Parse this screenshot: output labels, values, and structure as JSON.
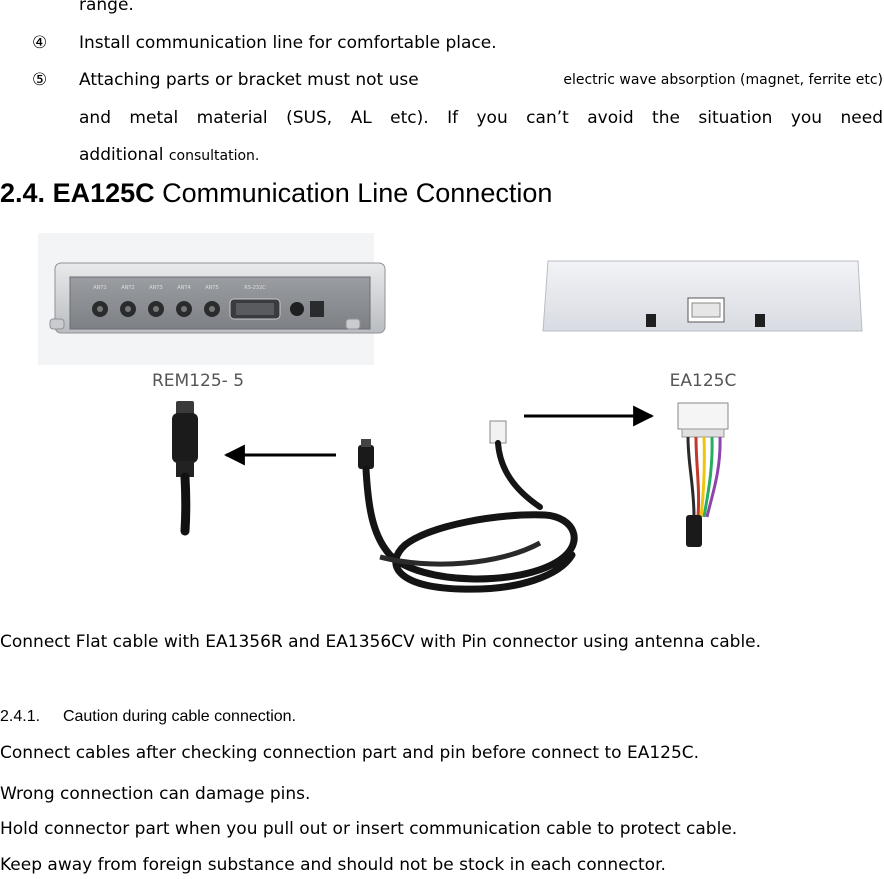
{
  "list_items": {
    "item3_tail": "range.",
    "item4_marker": "④",
    "item4_text": "Install communication line for comfortable place.",
    "item5_marker": "⑤",
    "item5_line1_a": "Attaching parts or bracket must not use",
    "item5_line1_b": "electric wave absorption (magnet, ferrite etc)",
    "item5_line2": "and metal material (SUS, AL etc). If you can’t avoid the situation you need",
    "item5_line3_a": "additional",
    "item5_line3_b": "consultation."
  },
  "section": {
    "number": "2.4.",
    "title_bold": "EA125C",
    "title_rest": "Communication Line Connection"
  },
  "figure": {
    "label_left": "REM125- 5",
    "label_right": "EA125C",
    "reader_port_labels": [
      "ANT1",
      "ANT2",
      "ANT3",
      "ANT4",
      "ANT5",
      "RS-232C"
    ]
  },
  "body": {
    "connect_sentence": "Connect Flat cable with EA1356R and EA1356CV with Pin connector using antenna cable.",
    "subsection_number": "2.4.1.",
    "subsection_title": "Caution during cable connection.",
    "caution_1": "Connect cables after checking connection part and pin before connect to EA125C.",
    "caution_2": "Wrong connection can damage pins.",
    "caution_3": "Hold connector part when you pull out or insert communication cable to protect cable.",
    "caution_4": "Keep away from foreign substance and should not be stock in each connector."
  }
}
